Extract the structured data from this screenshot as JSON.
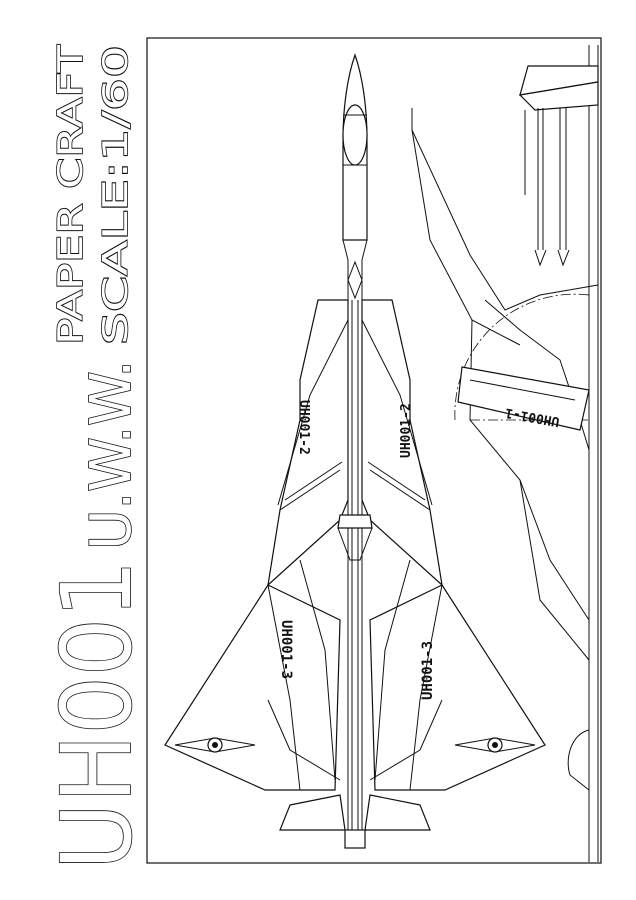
{
  "title": {
    "model": "UH001",
    "brand": "U.W.W.",
    "line1": "PAPER CRAFT",
    "line2": "SCALE:1/60"
  },
  "part_labels": {
    "wing_left_upper": "UH001-2",
    "wing_right_upper": "UH001-2",
    "wing_left_lower": "UH001-3",
    "wing_right_lower": "UH001-3",
    "side_part": "UH001-1"
  },
  "colors": {
    "ink": "#111111",
    "paper": "#ffffff"
  }
}
